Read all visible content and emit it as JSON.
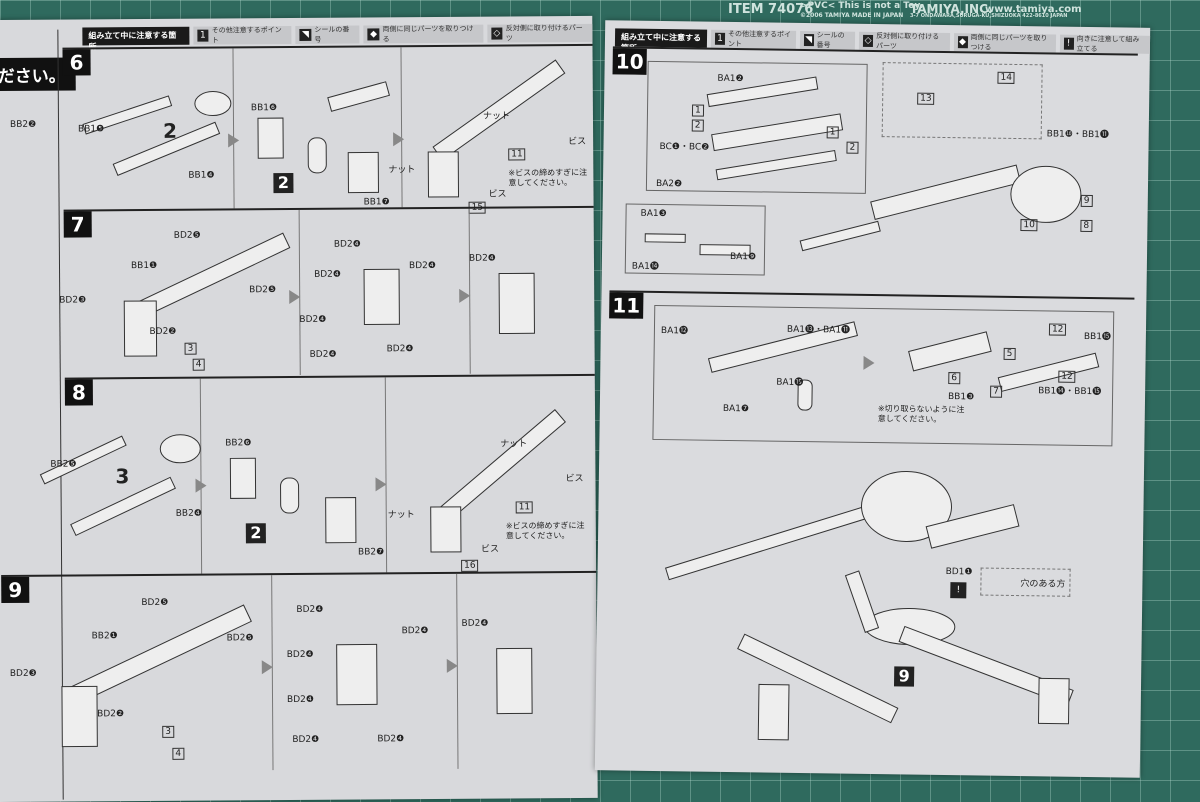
{
  "mat": {
    "item": "ITEM 74076",
    "pvc": ">PVC< This is not a Toy.",
    "copyright": "©2006 TAMIYA  MADE IN JAPAN",
    "company": "TAMIYA,INC.",
    "url": "www.tamiya.com",
    "address": "3-7 ONDAWARA,SURUGA-KU,SHIZUOKA 422-8610 JAPAN"
  },
  "legend": {
    "header": "組み立て中に注意する箇所",
    "other": "その他注意するポイント",
    "sticker": "シールの番号",
    "both_sides": "両側に同じパーツを取りつける",
    "opposite": "反対側に取り付けるパーツ",
    "orientation": "向きに注意して組み立てる"
  },
  "prev_page": {
    "banner": "ださい。",
    "label": "BB2❷"
  },
  "steps": {
    "s6": {
      "no": "6",
      "sub": "2",
      "labels": [
        "BB1❺",
        "BB1❹",
        "BB1❻",
        "BB1❼",
        "ナット",
        "ビス",
        "ナット",
        "ビス"
      ],
      "note": "※ビスの締めすぎに注意してください。",
      "seals": [
        "11",
        "15"
      ]
    },
    "s7": {
      "no": "7",
      "labels": [
        "BD2❺",
        "BB1❶",
        "BD2❺",
        "BD2❸",
        "BD2❷",
        "BD2❹",
        "BD2❹",
        "BD2❹",
        "BD2❹",
        "BD2❹",
        "BD2❹",
        "BD2❹"
      ],
      "seals": [
        "3",
        "4"
      ]
    },
    "s8": {
      "no": "8",
      "sub": "3",
      "sub2": "2",
      "labels": [
        "BB2❺",
        "BB2❹",
        "BB2❻",
        "BB2❼",
        "ナット",
        "ビス",
        "ナット",
        "ビス"
      ],
      "note": "※ビスの締めすぎに注意してください。",
      "seals": [
        "11",
        "16"
      ]
    },
    "s9": {
      "no": "9",
      "labels": [
        "BD2❺",
        "BB2❶",
        "BD2❺",
        "BD2❸",
        "BD2❷",
        "BD2❹",
        "BD2❹",
        "BD2❹",
        "BD2❹",
        "BD2❹",
        "BD2❹",
        "BD2❹"
      ],
      "seals": [
        "3",
        "4"
      ]
    },
    "s10": {
      "no": "10",
      "labels": [
        "BA1❷",
        "BC❶・BC❷",
        "BA2❷",
        "BB1❿・BB1⓫",
        "BA1❸",
        "BA1⓮",
        "BA1❾"
      ],
      "seals": [
        "1",
        "2",
        "1",
        "2",
        "13",
        "14",
        "10",
        "9",
        "8"
      ]
    },
    "s11": {
      "no": "11",
      "sub": "9",
      "labels": [
        "BA1⓬",
        "BA1⓭・BA1⓫",
        "BA1⓯",
        "BA1❼",
        "BB1⓯",
        "BB1⓮・BB1⓯",
        "BB1❸",
        "BD1❶"
      ],
      "note": "※切り取らないように注意してください。",
      "hole_note": "穴のある方",
      "seals": [
        "12",
        "5",
        "6",
        "12",
        "7"
      ]
    }
  }
}
